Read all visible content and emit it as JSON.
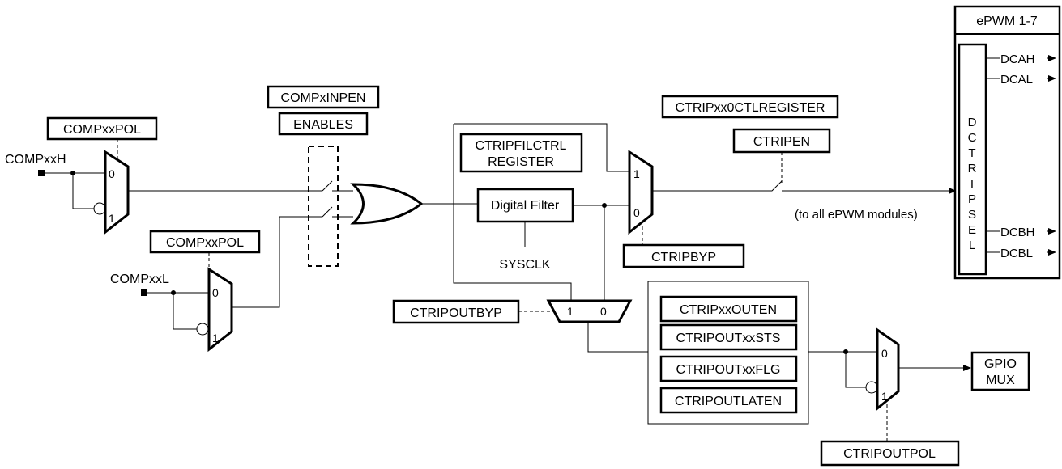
{
  "inputs": {
    "compxxh": "COMPxxH",
    "compxxl": "COMPxxL"
  },
  "registers": {
    "pol_high": "COMPxxPOL",
    "pol_low": "COMPxxPOL",
    "inpen": "COMPxINPEN",
    "enables": "ENABLES",
    "filctrl_line1": "CTRIPFILCTRL",
    "filctrl_line2": "REGISTER",
    "ctlregister": "CTRIPxx0CTLREGISTER",
    "ctripen": "CTRIPEN",
    "ctripbyp": "CTRIPBYP",
    "ctripoutbyp": "CTRIPOUTBYP",
    "ctripoutpol": "CTRIPOUTPOL",
    "out_group": [
      "CTRIPxxOUTEN",
      "CTRIPOUTxxSTS",
      "CTRIPOUTxxFLG",
      "CTRIPOUTLATEN"
    ]
  },
  "blocks": {
    "digital_filter": "Digital Filter",
    "sysclk": "SYSCLK",
    "gpio_line1": "GPIO",
    "gpio_line2": "MUX"
  },
  "note": "(to all ePWM modules)",
  "mux_labels": {
    "zero": "0",
    "one": "1"
  },
  "epwm": {
    "title": "ePWM 1-7",
    "dctripsel": [
      "D",
      "C",
      "T",
      "R",
      "I",
      "P",
      "S",
      "E",
      "L"
    ],
    "signals": [
      "DCAH",
      "DCAL",
      "DCBH",
      "DCBL"
    ]
  }
}
